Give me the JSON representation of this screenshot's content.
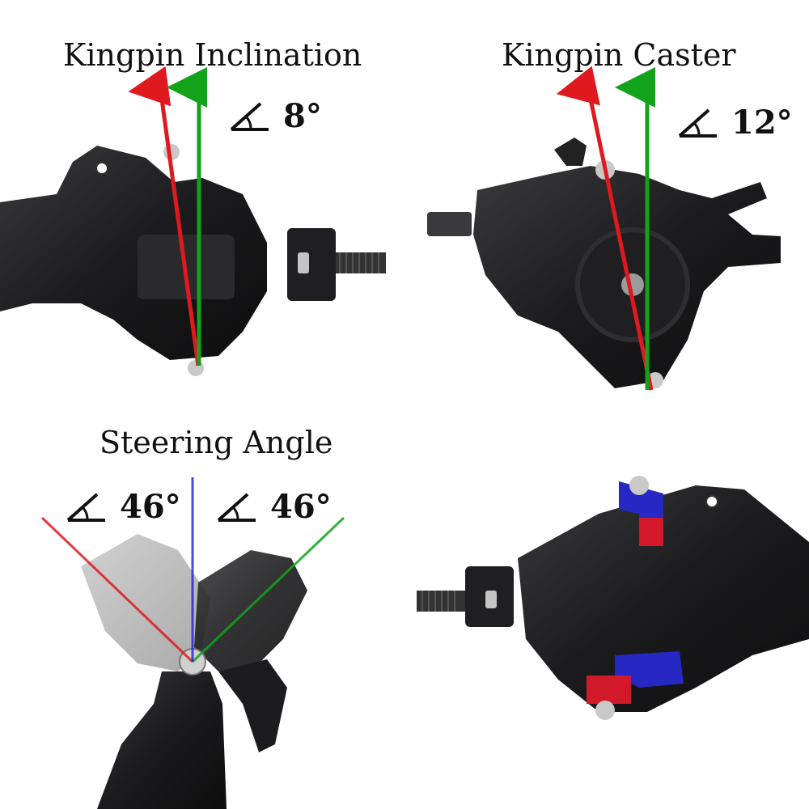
{
  "panels": {
    "kingpin_inclination": {
      "title": "Kingpin Inclination",
      "angle": "8°"
    },
    "kingpin_caster": {
      "title": "Kingpin Caster",
      "angle": "12°"
    },
    "steering_angle": {
      "title": "Steering Angle",
      "angle_left": "46°",
      "angle_right": "46°"
    }
  },
  "colors": {
    "axis_red": "#e0191f",
    "axis_green": "#12a31b",
    "axis_blue": "#2c2ad6",
    "part_black": "#1d1d1f",
    "pivot_blue": "#2727c4",
    "pivot_red": "#d2192a"
  },
  "icons": [
    "angle-icon"
  ]
}
